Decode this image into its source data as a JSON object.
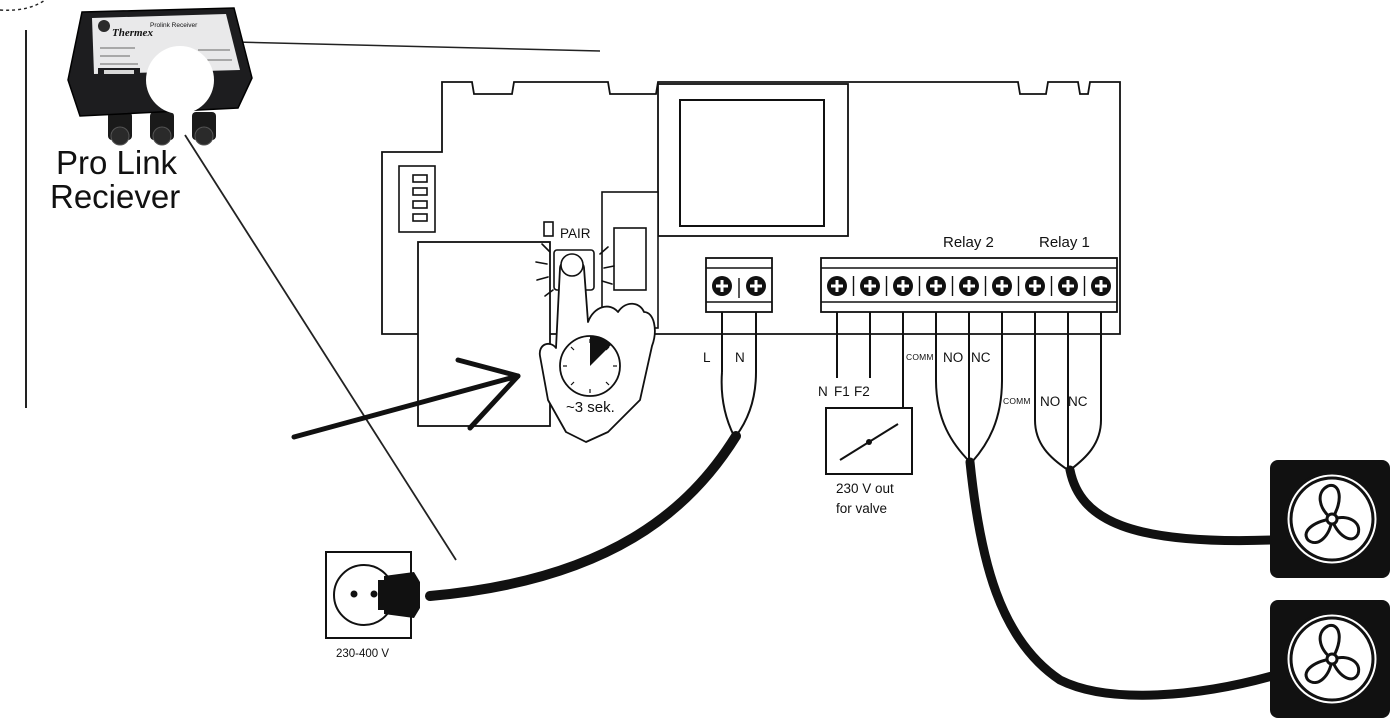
{
  "receiver": {
    "label_line1": "Pro Link",
    "label_line2": "Reciever",
    "device_brand": "Thermex",
    "device_model": "Prolink Receiver"
  },
  "pair_button": {
    "label": "PAIR",
    "duration": "~3 sek."
  },
  "power_terminal": {
    "l_label": "L",
    "n_label": "N"
  },
  "valve_terminal": {
    "n_label": "N",
    "f1_label": "F1",
    "f2_label": "F2",
    "output_line1": "230 V out",
    "output_line2": "for valve"
  },
  "relay2": {
    "title": "Relay 2",
    "comm_label": "COMM",
    "no_label": "NO",
    "nc_label": "NC"
  },
  "relay1": {
    "title": "Relay 1",
    "comm_label": "COMM",
    "no_label": "NO",
    "nc_label": "NC"
  },
  "socket": {
    "voltage": "230-400 V"
  },
  "icons": [
    "fan-icon",
    "fan-icon",
    "wall-socket-icon",
    "hand-pointer-icon",
    "timer-icon",
    "screw-terminal-icon"
  ]
}
